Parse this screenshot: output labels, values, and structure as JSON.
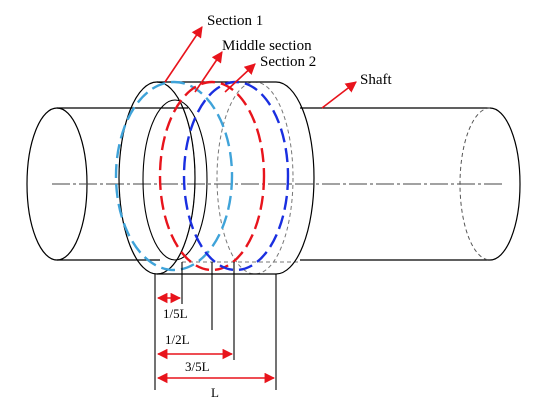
{
  "labels": {
    "section_1": "Section 1",
    "middle_section": "Middle section",
    "section_2": "Section 2",
    "shaft": "Shaft"
  },
  "dimensions": {
    "one_fifth": "1/5L",
    "one_half": "1/2L",
    "three_fifths": "3/5L",
    "full": "L"
  },
  "colors": {
    "section_1": "#3fa3d9",
    "middle_section": "#e8141c",
    "section_2": "#1a2fe0",
    "arrow": "#e8141c",
    "outline": "#000000"
  }
}
